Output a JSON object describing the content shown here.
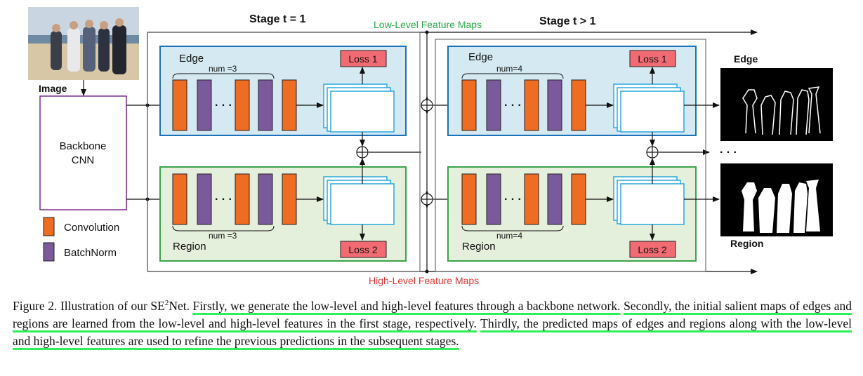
{
  "diagram": {
    "image_label": "Image",
    "backbone_line1": "Backbone",
    "backbone_line2": "CNN",
    "stage1_title": "Stage t = 1",
    "stage2_title": "Stage t > 1",
    "low_level_label": "Low-Level Feature Maps",
    "high_level_label": "High-Level Feature Maps",
    "edge_label": "Edge",
    "region_label": "Region",
    "num3": "num =3",
    "num4": "num=4",
    "loss1": "Loss 1",
    "loss2": "Loss 2",
    "dots": "· · ·",
    "ellipsis_right": "· · ·",
    "output_edge_label": "Edge",
    "output_region_label": "Region",
    "legend_conv": "Convolution",
    "legend_bn": "BatchNorm",
    "colors": {
      "conv": "#ef6c23",
      "batchnorm": "#7b5a9b",
      "loss_fill": "#f26b73",
      "edge_box_fill": "#d4e9f1",
      "edge_box_stroke": "#1a73b8",
      "region_box_fill": "#e4efdc",
      "region_box_stroke": "#3ba54a",
      "low_level_text": "#2aa84a",
      "high_level_text": "#e03a3a",
      "backbone_stroke": "#7a2d91",
      "underline": "#2ef05a"
    }
  },
  "caption": {
    "prefix": "Figure 2. Illustration of our SE",
    "sup": "2",
    "net": "Net. ",
    "s1": "Firstly, we generate the low-level and high-level features through a backbone network.",
    "s2": "Secondly, the initial salient maps of edges and regions are learned from the low-level and high-level features in the first stage, respectively.",
    "s3": "Thirdly, the predicted maps of edges and regions along with the low-level and high-level features are used to refine the previous predictions in the subsequent stages."
  }
}
